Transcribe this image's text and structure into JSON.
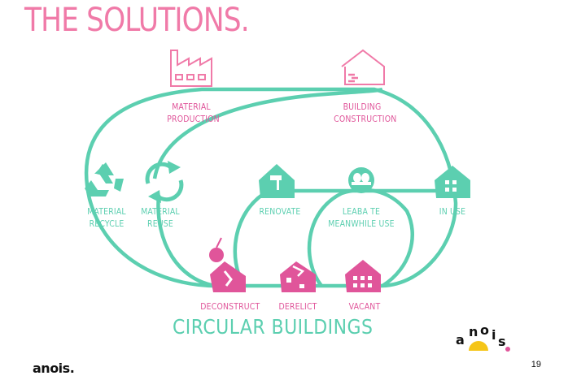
{
  "slide": {
    "title": "THE SOLUTIONS.",
    "subtitle": "CIRCULAR BUILDINGS",
    "page_number": "19",
    "logo_text": "anois.",
    "colors": {
      "pink": "#e0559a",
      "green": "#5ccfb0",
      "light_pink": "#f07aa8"
    }
  },
  "nodes": {
    "material_production": {
      "line1": "MATERIAL",
      "line2": "PRODUCTION",
      "icon": "factory-icon"
    },
    "building_construction": {
      "line1": "BUILDING",
      "line2": "CONSTRUCTION",
      "icon": "house-construction-icon"
    },
    "material_recycle": {
      "line1": "MATERIAL",
      "line2": "RECYCLE",
      "icon": "recycle-icon"
    },
    "material_reuse": {
      "line1": "MATERIAL",
      "line2": "REUSE",
      "icon": "reuse-arrows-icon"
    },
    "renovate": {
      "line1": "RENOVATE",
      "icon": "paint-roller-house-icon"
    },
    "leaba_te": {
      "line1": "LEABA TE",
      "line2": "MEANWHILE USE",
      "icon": "egg-basket-icon"
    },
    "in_use": {
      "line1": "IN USE",
      "icon": "house-icon"
    },
    "deconstruct": {
      "line1": "DECONSTRUCT",
      "icon": "wrecking-ball-icon"
    },
    "derelict": {
      "line1": "DERELICT",
      "icon": "broken-house-icon"
    },
    "vacant": {
      "line1": "VACANT",
      "icon": "vacant-house-icon"
    }
  }
}
